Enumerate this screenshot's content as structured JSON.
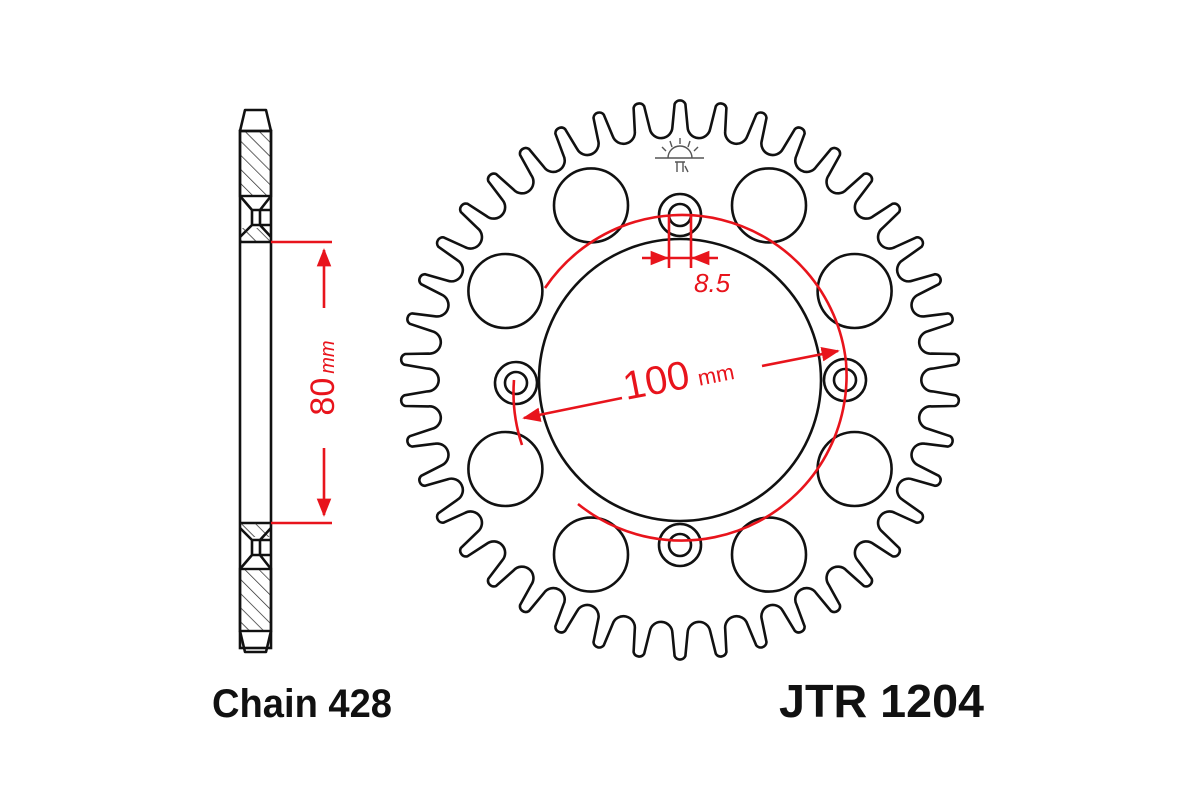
{
  "labels": {
    "chain": "Chain 428",
    "part_number": "JTR 1204"
  },
  "dimensions": {
    "bolt_circle_value": "100",
    "bolt_circle_unit": "mm",
    "bolt_hole_value": "8.5",
    "offset_value": "80",
    "offset_unit": "mm"
  },
  "sprocket": {
    "teeth": 42,
    "bolt_holes": 4,
    "lightening_holes": 8
  },
  "colors": {
    "outline": "#111111",
    "dimension": "#e8141c",
    "background": "#ffffff"
  }
}
